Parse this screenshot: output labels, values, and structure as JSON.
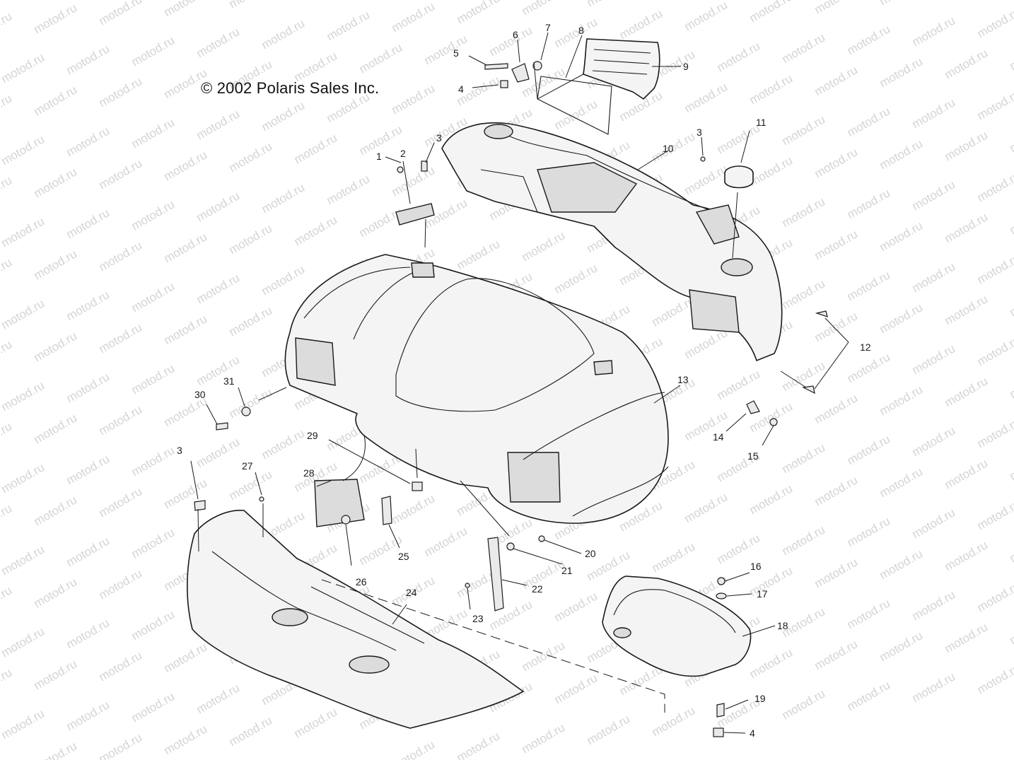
{
  "copyright": "© 2002 Polaris Sales Inc.",
  "watermark": "motod.ru",
  "callouts": [
    "1",
    "2",
    "3",
    "3",
    "3",
    "4",
    "4",
    "5",
    "6",
    "7",
    "8",
    "9",
    "10",
    "11",
    "12",
    "13",
    "14",
    "15",
    "16",
    "17",
    "18",
    "19",
    "20",
    "21",
    "22",
    "23",
    "24",
    "25",
    "26",
    "27",
    "28",
    "29",
    "30",
    "31"
  ],
  "colors": {
    "line": "#1a1a1a",
    "watermark": "#b8b8b8",
    "background": "#ffffff"
  }
}
